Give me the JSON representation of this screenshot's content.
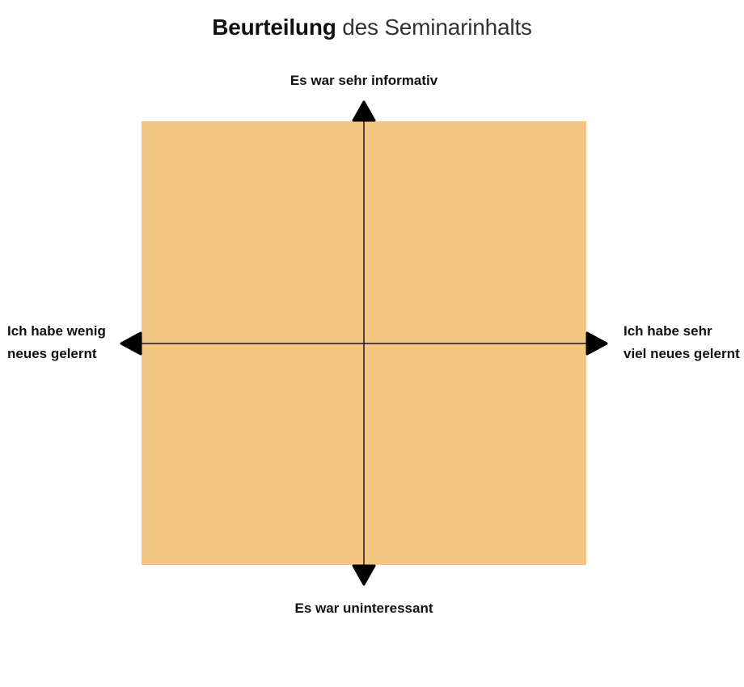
{
  "title": {
    "bold_part": "Beurteilung",
    "light_part": " des Seminarinhalts"
  },
  "axes": {
    "top_label": "Es war sehr informativ",
    "bottom_label": "Es war uninteressant",
    "left_label": "Ich habe wenig\nneues gelernt",
    "right_label": "Ich habe sehr\nviel neues gelernt"
  },
  "colors": {
    "quadrant_fill": "#F5C682",
    "axis_line": "#1A1020",
    "arrow": "#000000",
    "background": "#FFFFFF"
  },
  "chart_data": {
    "type": "quadrant",
    "title": "Beurteilung des Seminarinhalts",
    "x_axis": {
      "negative": "Ich habe wenig neues gelernt",
      "positive": "Ich habe sehr viel neues gelernt"
    },
    "y_axis": {
      "negative": "Es war uninteressant",
      "positive": "Es war sehr informativ"
    },
    "data_points": []
  }
}
